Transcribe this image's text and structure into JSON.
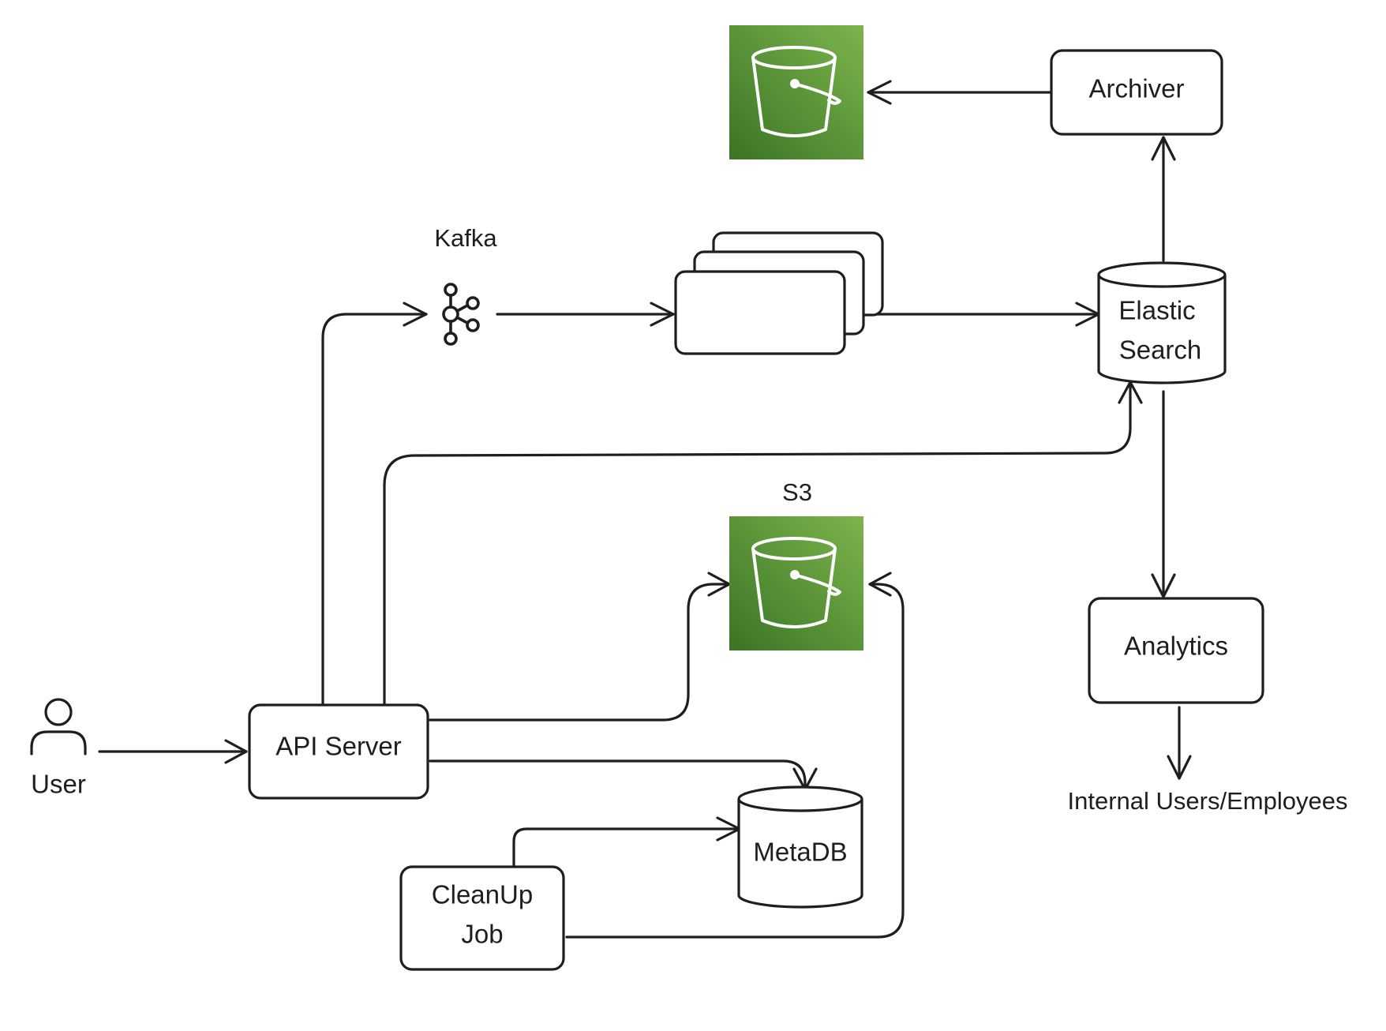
{
  "nodes": {
    "user": "User",
    "api_server": "API Server",
    "kafka": "Kafka",
    "elastic_line1": "Elastic",
    "elastic_line2": "Search",
    "archiver": "Archiver",
    "s3": "S3",
    "analytics": "Analytics",
    "internal_users": "Internal Users/Employees",
    "metadb": "MetaDB",
    "cleanup_line1": "CleanUp",
    "cleanup_line2": "Job"
  },
  "colors": {
    "bucket_dark": "#3f7f2a",
    "bucket_light": "#77b149",
    "stroke": "#1e1e1e"
  },
  "icons": [
    "user-icon",
    "kafka-icon",
    "s3-bucket-icon"
  ]
}
